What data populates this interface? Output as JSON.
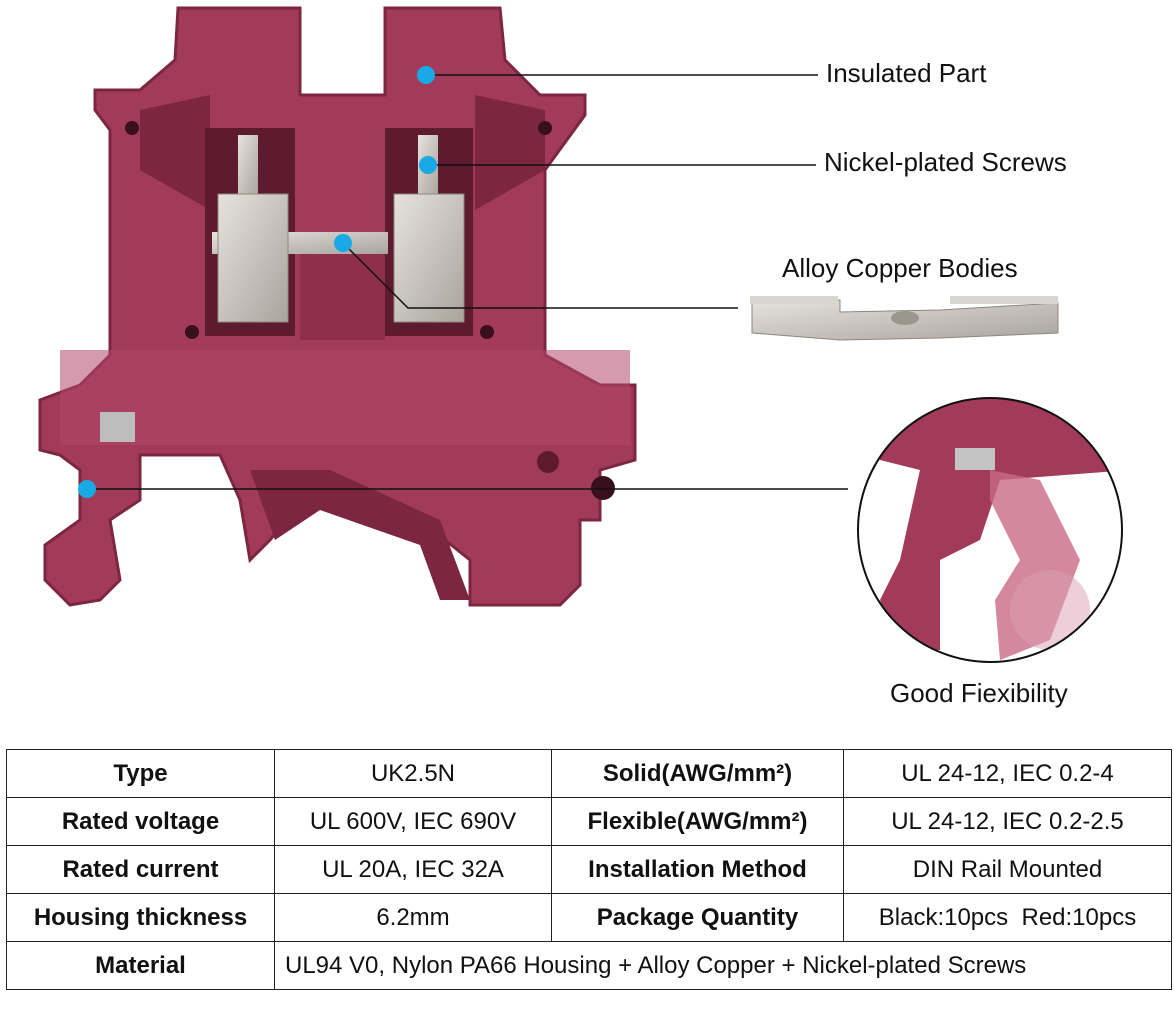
{
  "callouts": {
    "insulated": "Insulated Part",
    "screws": "Nickel-plated Screws",
    "copper": "Alloy Copper Bodies",
    "flex": "Good Fiexibility"
  },
  "colors": {
    "housing": "#a23b5a",
    "housing_dark": "#7c2641",
    "marker": "#19a9e6",
    "metal": "#cfcac3"
  },
  "table": {
    "rows": [
      {
        "k1": "Type",
        "v1": "UK2.5N",
        "k2": "Solid(AWG/mm²)",
        "v2": "UL 24-12, IEC 0.2-4"
      },
      {
        "k1": "Rated voltage",
        "v1": "UL 600V, IEC 690V",
        "k2": "Flexible(AWG/mm²)",
        "v2": "UL 24-12, IEC 0.2-2.5"
      },
      {
        "k1": "Rated current",
        "v1": "UL 20A, IEC 32A",
        "k2": "Installation Method",
        "v2": "DIN Rail Mounted"
      },
      {
        "k1": "Housing thickness",
        "v1": "6.2mm",
        "k2": "Package Quantity",
        "v2": "Black:10pcs  Red:10pcs"
      }
    ],
    "material_label": "Material",
    "material_value": "UL94 V0, Nylon PA66 Housing + Alloy Copper + Nickel-plated Screws"
  }
}
